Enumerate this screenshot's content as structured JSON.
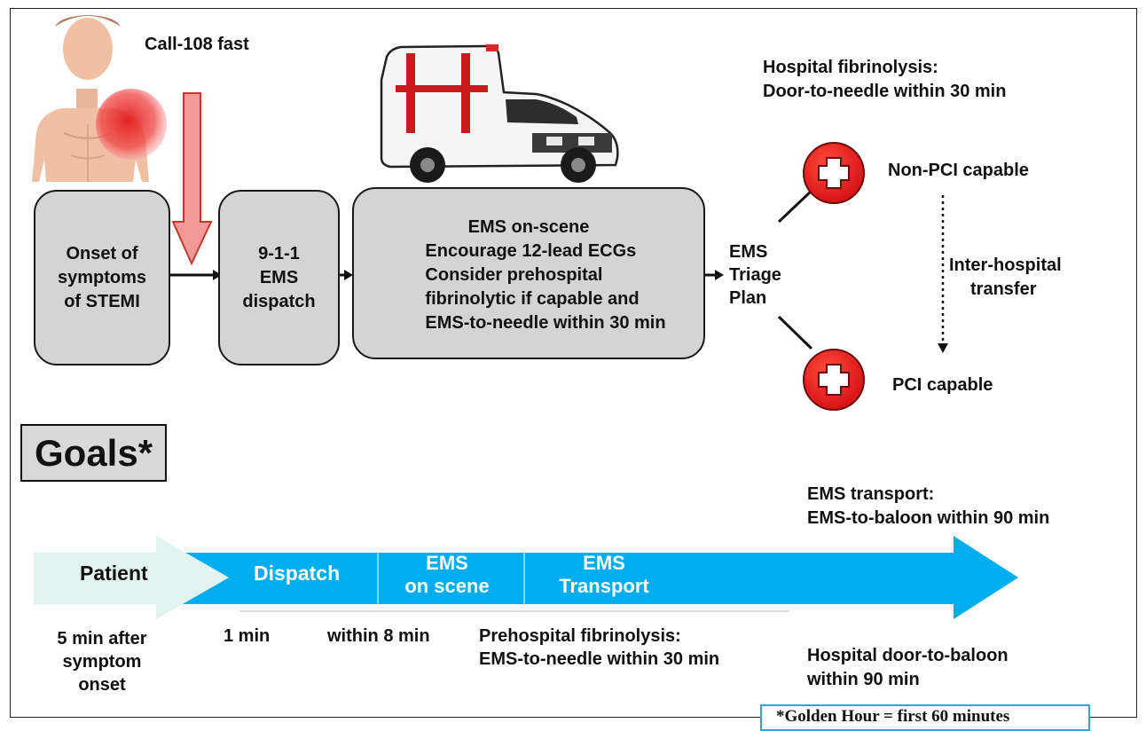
{
  "call_text": "Call-108 fast",
  "boxes": {
    "onset": [
      "Onset of",
      "symptoms",
      "of STEMI"
    ],
    "dispatch": [
      "9-1-1",
      "EMS",
      "dispatch"
    ],
    "on_scene": [
      "EMS on-scene",
      "Encourage 12-lead ECGs",
      "Consider prehospital",
      "fibrinolytic if capable and",
      "EMS-to-needle within 30 min"
    ]
  },
  "triage": [
    "EMS",
    "Triage",
    "Plan"
  ],
  "hospital_fibrinolysis": [
    "Hospital fibrinolysis:",
    "Door-to-needle within 30 min"
  ],
  "non_pci": "Non-PCI capable",
  "pci": "PCI capable",
  "inter_hospital": [
    "Inter-hospital",
    "transfer"
  ],
  "goals_title": "Goals*",
  "ems_transport_goal": [
    "EMS transport:",
    "EMS-to-baloon within 90 min"
  ],
  "timeline": {
    "patient": "Patient",
    "dispatch": "Dispatch",
    "ems_on_scene": [
      "EMS",
      "on scene"
    ],
    "ems_transport": [
      "EMS",
      "Transport"
    ]
  },
  "times": {
    "patient": [
      "5 min after",
      "symptom",
      "onset"
    ],
    "dispatch": "1 min",
    "on_scene": "within 8 min",
    "prehospital": [
      "Prehospital fibrinolysis:",
      "EMS-to-needle within 30 min"
    ],
    "hospital_balloon": [
      "Hospital door-to-baloon",
      "within 90 min"
    ]
  },
  "golden_hour": "*Golden Hour = first 60 minutes",
  "colors": {
    "box_fill": "#d4d4d4",
    "timeline_blue": "#00aeef",
    "patient_fill": "#e3f4f0",
    "hospital_red": "#e8191f",
    "pain_red": "#ee3b3b",
    "down_arrow": "#f29a98"
  },
  "icons": [
    "person-icon",
    "ambulance-icon",
    "hospital-cross-icon"
  ]
}
